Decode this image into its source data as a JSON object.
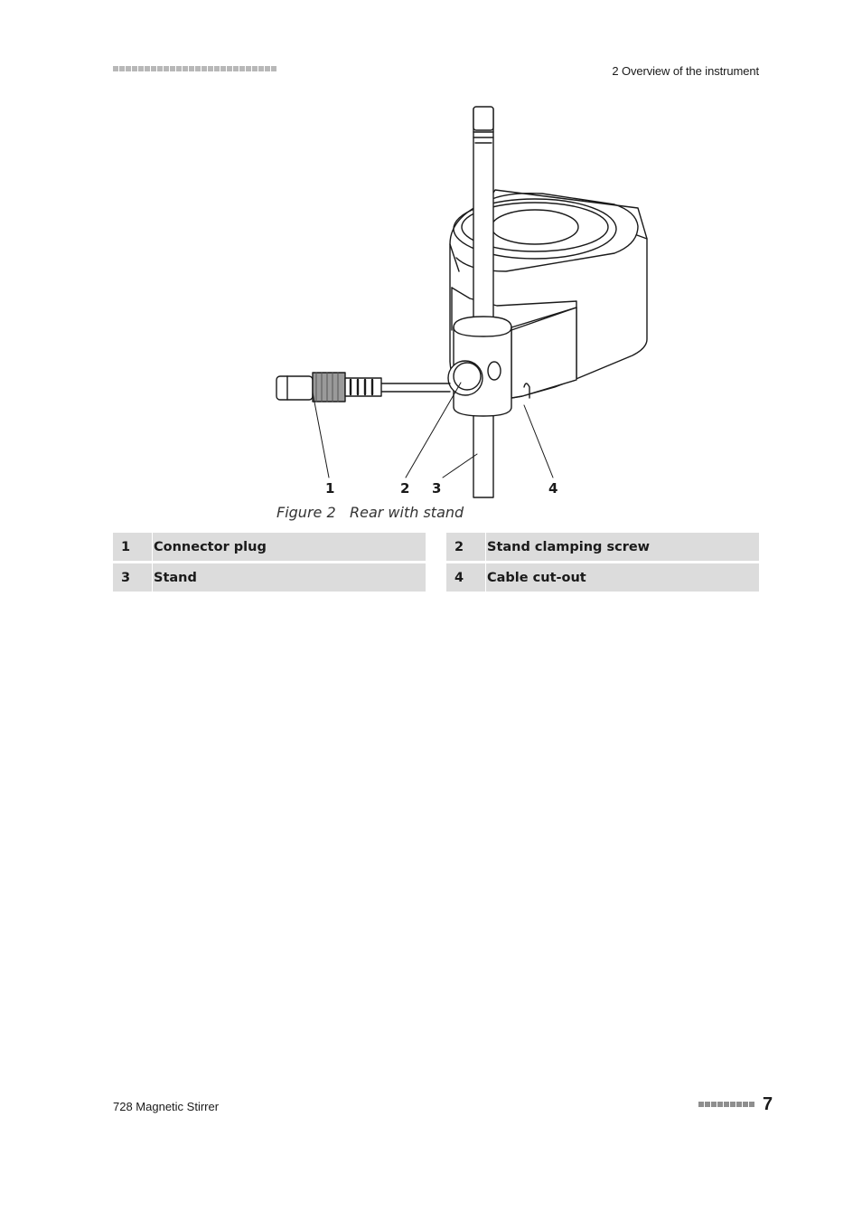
{
  "header": {
    "section_title": "2 Overview of the instrument"
  },
  "figure": {
    "number_label": "Figure 2",
    "caption": "Rear with stand",
    "callouts": [
      "1",
      "2",
      "3",
      "4"
    ]
  },
  "legend": [
    {
      "num": "1",
      "label": "Connector plug"
    },
    {
      "num": "2",
      "label": "Stand clamping screw"
    },
    {
      "num": "3",
      "label": "Stand"
    },
    {
      "num": "4",
      "label": "Cable cut-out"
    }
  ],
  "footer": {
    "product": "728 Magnetic Stirrer",
    "page_number": "7"
  }
}
